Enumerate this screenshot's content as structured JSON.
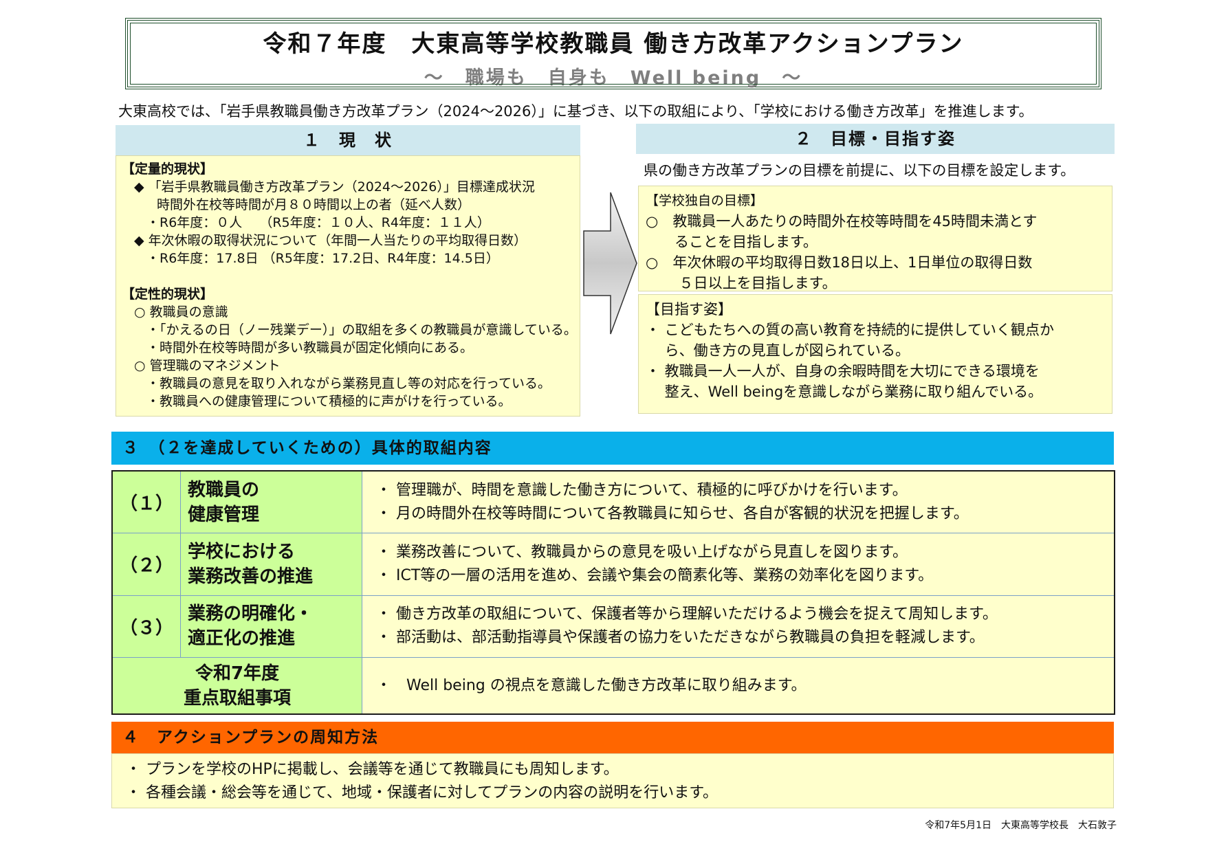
{
  "title": {
    "main": "令和７年度　大東高等学校教職員 働き方改革アクションプラン",
    "sub": "～　職場も　自身も　Well being　～"
  },
  "intro": "大東高校では、「岩手県教職員働き方改革プラン（2024～2026）」に基づき、以下の取組により、「学校における働き方改革」を推進します。",
  "section1": {
    "header": "１　現　状",
    "quant_label": "【定量的現状】",
    "quant_lines": [
      "◆ 「岩手県教職員働き方改革プラン（2024～2026）」目標達成状況",
      "　時間外在校等時間が月８０時間以上の者（延べ人数）",
      "・R6年度：０人　 （R5年度：１０人、R4年度：１１人）",
      "◆ 年次休暇の取得状況について（年間一人当たりの平均取得日数）",
      "・R6年度：17.8日 （R5年度：17.2日、R4年度：14.5日）"
    ],
    "qual_label": "【定性的現状】",
    "qual_lines": [
      "○ 教職員の意識",
      "・「かえるの日（ノー残業デー）」の取組を多くの教職員が意識している。",
      "・時間外在校等時間が多い教職員が固定化傾向にある。",
      "○ 管理職のマネジメント",
      "・教職員の意見を取り入れながら業務見直し等の対応を行っている。",
      "・教職員への健康管理について積極的に声がけを行っている。"
    ]
  },
  "section2": {
    "header": "２　目標・目指す姿",
    "intro": "県の働き方改革プランの目標を前提に、以下の目標を設定します。",
    "box1_label": "【学校独自の目標】",
    "box1_lines": [
      "○　教職員一人あたりの時間外在校等時間を45時間未満とす",
      "　　ることを目指します。",
      "○　年次休暇の平均取得日数18日以上、1日単位の取得日数",
      "　　 ５日以上を目指します。"
    ],
    "box2_label": "【目指す姿】",
    "box2_lines": [
      "・ こどもたちへの質の高い教育を持続的に提供していく観点か",
      "　 ら、働き方の見直しが図られている。",
      "・ 教職員一人一人が、自身の余暇時間を大切にできる環境を",
      "　 整え、Well beingを意識しながら業務に取り組んでいる。"
    ]
  },
  "section3": {
    "header": "３　（２を達成していくための）具体的取組内容",
    "rows": [
      {
        "num": "（１）",
        "name": [
          "教職員の",
          "健康管理"
        ],
        "items": [
          "・ 管理職が、時間を意識した働き方について、積極的に呼びかけを行います。",
          "・ 月の時間外在校等時間について各教職員に知らせ、各自が客観的状況を把握します。"
        ]
      },
      {
        "num": "（２）",
        "name": [
          "学校における",
          "業務改善の推進"
        ],
        "items": [
          "・ 業務改善について、教職員からの意見を吸い上げながら見直しを図ります。",
          "・ ICT等の一層の活用を進め、会議や集会の簡素化等、業務の効率化を図ります。"
        ]
      },
      {
        "num": "（３）",
        "name": [
          "業務の明確化・",
          "適正化の推進"
        ],
        "items": [
          "・ 働き方改革の取組について、保護者等から理解いただけるよう機会を捉えて周知します。",
          "・ 部活動は、部活動指導員や保護者の協力をいただきながら教職員の負担を軽減します。"
        ]
      }
    ],
    "focus": {
      "name": [
        "令和7年度",
        "重点取組事項"
      ],
      "item": "・　Well being の視点を意識した働き方改革に取り組みます。"
    }
  },
  "section4": {
    "header": "４　アクションプランの周知方法",
    "items": [
      "・ プランを学校のHPに掲載し、会議等を通じて教職員にも周知します。",
      "・ 各種会議・総会等を通じて、地域・保護者に対してプランの内容の説明を行います。"
    ]
  },
  "footer": "令和7年5月1日　大東高等学校長　大石敦子"
}
